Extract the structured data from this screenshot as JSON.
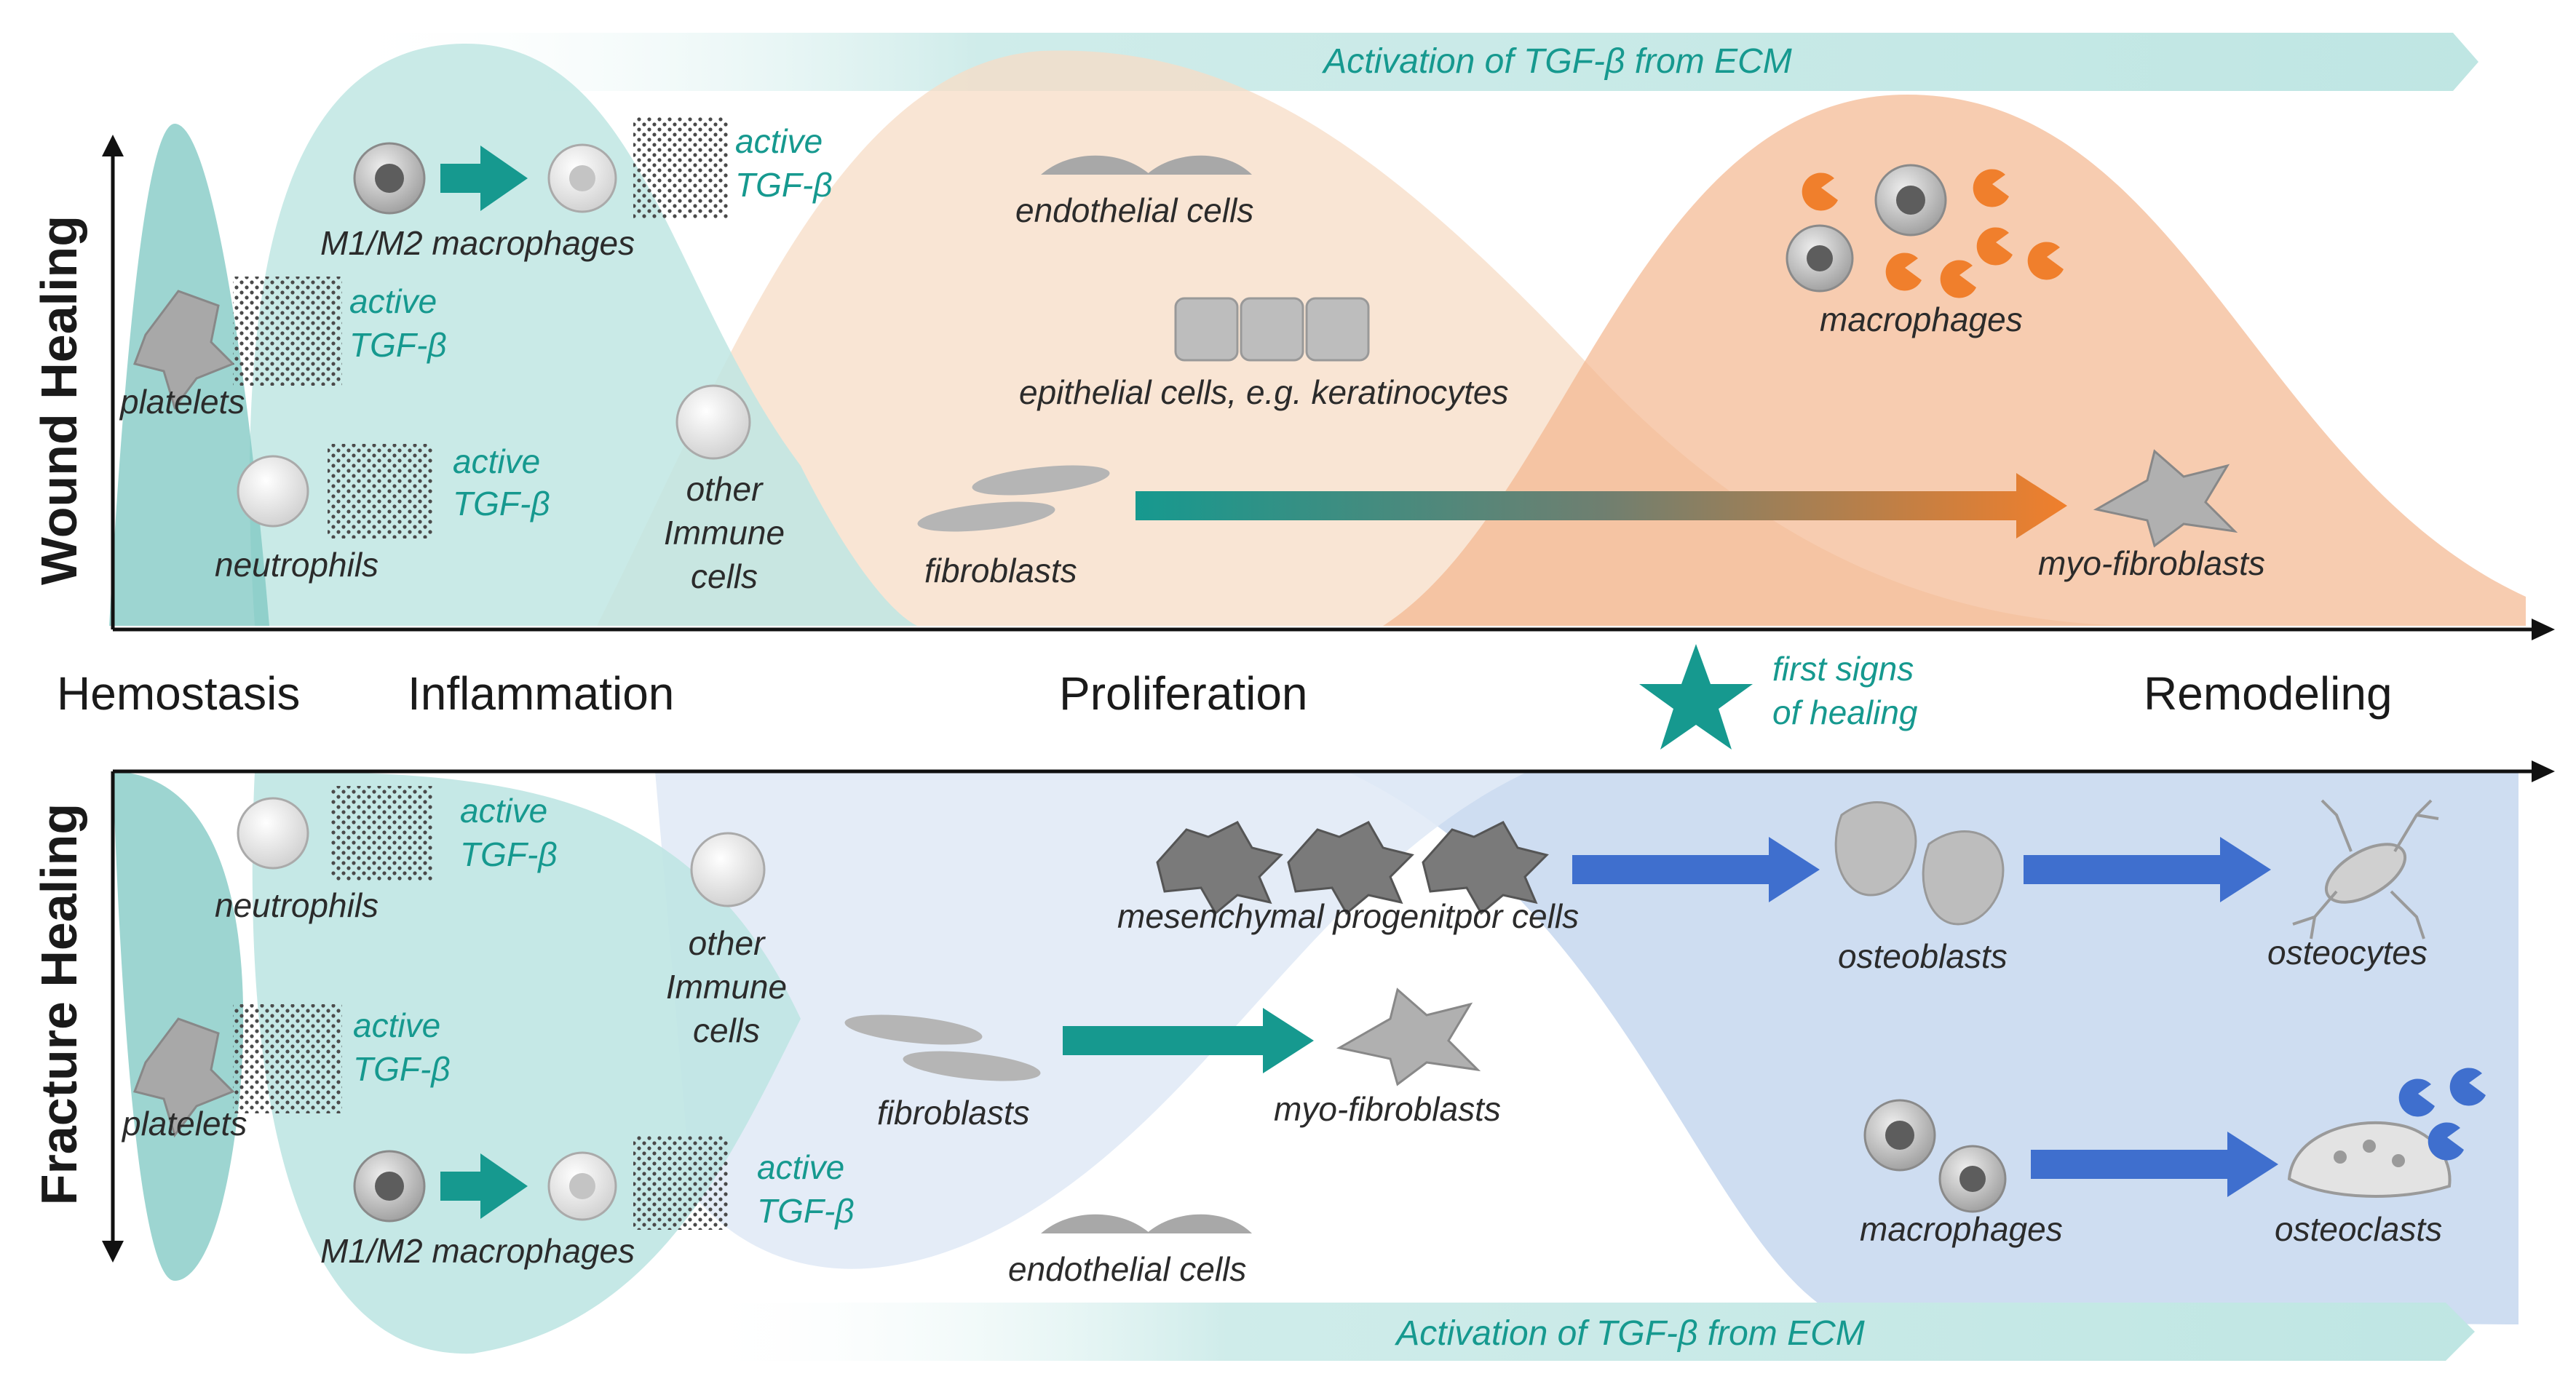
{
  "colors": {
    "teal": "#16998f",
    "teal_light": "#bfe6e3",
    "peach": "#f7dcc6",
    "orange": "#f07f2c",
    "blue_light": "#dbe6f5",
    "blue": "#3f6fce",
    "cell_gray": "#9a9a9a"
  },
  "phases": [
    "Hemostasis",
    "Inflammation",
    "Proliferation",
    "Remodeling"
  ],
  "star": {
    "line1": "first signs",
    "line2": "of healing"
  },
  "wound": {
    "axis_label": "Wound Healing",
    "ecm_banner": "Activation of TGF-β from ECM",
    "active": "active",
    "tgf": "TGF-β",
    "m1m2_macrophages": "M1/M2  macrophages",
    "platelets": "platelets",
    "neutrophils": "neutrophils",
    "other_immune": [
      "other",
      "Immune",
      "cells"
    ],
    "endothelial": "endothelial  cells",
    "epithelial": "epithelial  cells, e.g. keratinocytes",
    "fibroblasts": "fibroblasts",
    "myofibroblasts": "myo-fibroblasts",
    "macrophages": "macrophages"
  },
  "fracture": {
    "axis_label": "Fracture Healing",
    "ecm_banner": "Activation of TGF-β from ECM",
    "active": "active",
    "tgf": "TGF-β",
    "neutrophils": "neutrophils",
    "platelets": "platelets",
    "m1m2_macrophages": "M1/M2  macrophages",
    "other_immune": [
      "other",
      "Immune",
      "cells"
    ],
    "mesenchymal": "mesenchymal  progenitpor  cells",
    "osteoblasts": "osteoblasts",
    "osteocytes": "osteocytes",
    "fibroblasts": "fibroblasts",
    "myofibroblasts": "myo-fibroblasts",
    "endothelial": "endothelial  cells",
    "macrophages": "macrophages",
    "osteoclasts": "osteoclasts"
  }
}
